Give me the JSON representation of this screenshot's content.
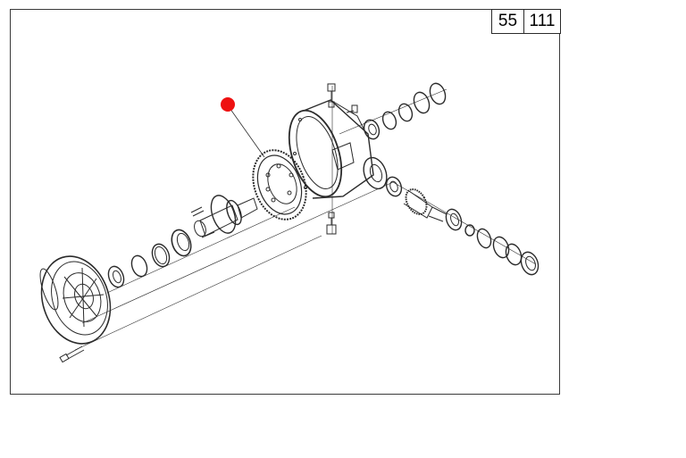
{
  "header": {
    "page_number": "55",
    "group_number": "111"
  },
  "colors": {
    "line": "#2b2b2b",
    "hotspot": "#ee1111",
    "background": "#ffffff"
  },
  "icons": {
    "hotspot": "red-dot-marker"
  }
}
